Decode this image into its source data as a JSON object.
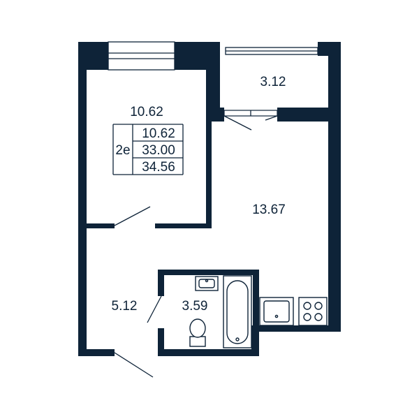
{
  "rooms": {
    "bedroom": "10.62",
    "balcony": "3.12",
    "living_kitchen": "13.67",
    "hallway": "5.12",
    "bathroom": "3.59"
  },
  "summary": {
    "type": "2e",
    "living_area": "10.62",
    "total_area": "33.00",
    "total_with_balcony": "34.56"
  },
  "colors": {
    "walls": "#0e2338",
    "background": "#ffffff"
  }
}
